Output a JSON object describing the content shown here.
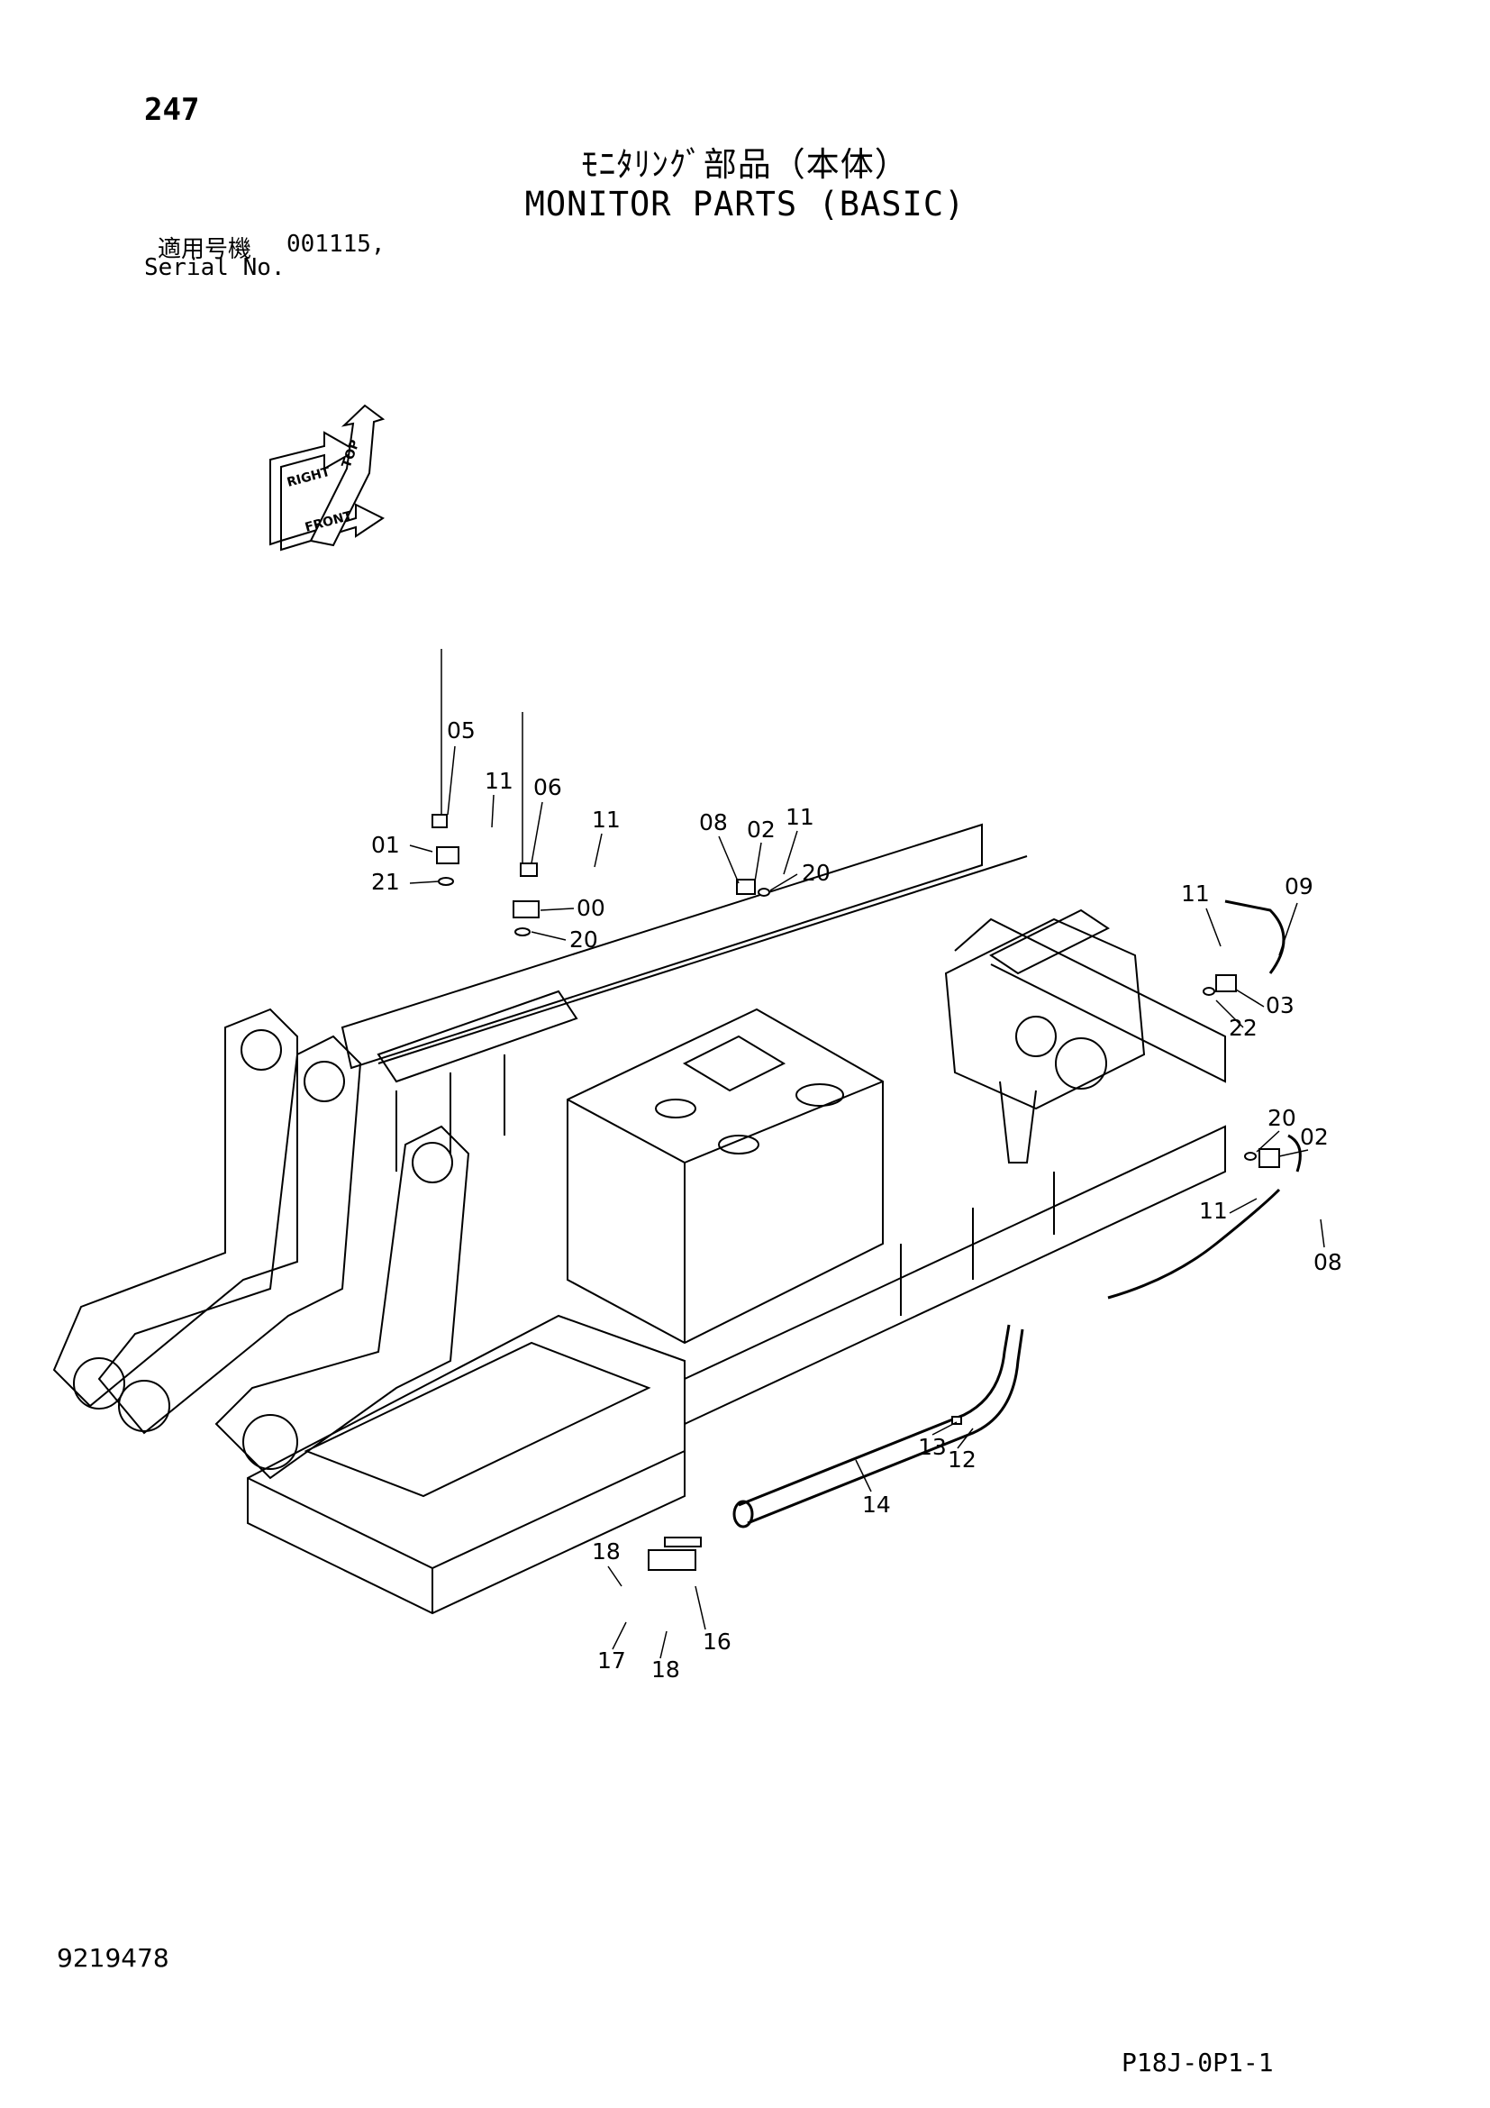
{
  "header": {
    "page_number": "247",
    "title_jp": "ﾓﾆﾀﾘﾝｸﾞ部品（本体）",
    "title_en": "MONITOR PARTS (BASIC)",
    "serial_label_jp": "適用号機",
    "serial_value": "001115,",
    "serial_label_en": "Serial No."
  },
  "orientation_indicator": {
    "labels": [
      "TOP",
      "RIGHT",
      "FRONT"
    ]
  },
  "callouts": [
    "05",
    "11",
    "06",
    "11",
    "01",
    "21",
    "00",
    "20",
    "08",
    "02",
    "11",
    "20",
    "11",
    "09",
    "03",
    "22",
    "20",
    "02",
    "11",
    "08",
    "13",
    "12",
    "14",
    "18",
    "16",
    "17",
    "18"
  ],
  "footer": {
    "drawing_number": "9219478",
    "drawing_code": "P18J-0P1-1"
  }
}
